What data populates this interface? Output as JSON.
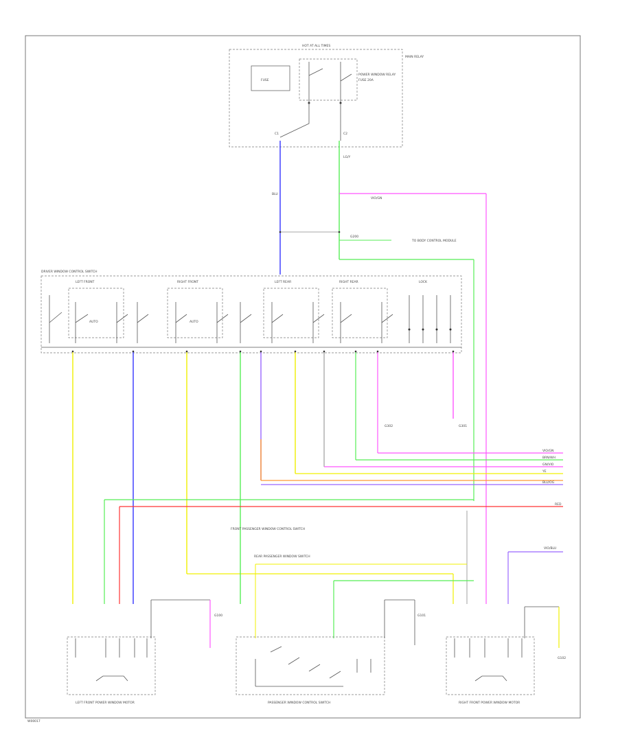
{
  "labels": {
    "top_module_code": "HOT AT ALL TIMES",
    "top_module_right": "MAIN RELAY",
    "top_fuse": "FUSE",
    "top_relay_label": "POWER WINDOW RELAY",
    "top_relay_desc": "FUSE 20A",
    "top_left_conn": "C1",
    "top_right_conn": "C2",
    "left_wire_label": "BLU",
    "right_wire_label": "LG/Y",
    "violet_wire_label": "VIO/GN",
    "ground_label": "G200",
    "feed_label": "TO BODY CONTROL MODULE",
    "master_switch_name": "DRIVER WINDOW CONTROL SWITCH",
    "sw1": "LEFT FRONT",
    "sw2": "RIGHT FRONT",
    "sw3": "LEFT REAR",
    "sw4": "RIGHT REAR",
    "sw5": "LOCK",
    "auto1": "AUTO",
    "auto2": "AUTO",
    "bottom_ground1": "G301",
    "bottom_ground2": "G302",
    "right_wires_1": "VIO/GN",
    "right_wires_2": "BRN/WH",
    "right_wires_3": "GN/VIO",
    "right_wires_4": "YE",
    "right_wires_5": "BLU/OG",
    "right_red": "RED",
    "right_violet": "VIO/BLU",
    "note_a": "FRONT PASSENGER WINDOW CONTROL SWITCH",
    "note_b": "REAR PASSENGER WINDOW SWITCH",
    "bottom_left_module": "LEFT FRONT POWER WINDOW MOTOR",
    "bottom_mid_module": "PASSENGER WINDOW CONTROL SWITCH",
    "bottom_right_module": "RIGHT FRONT POWER WINDOW MOTOR",
    "gnd_a": "G100",
    "gnd_b": "G101",
    "gnd_c": "G102",
    "footer_code": "W00017"
  },
  "colors": {
    "blue": "#3333ff",
    "yellow": "#f0f000",
    "green": "#55ee55",
    "pink": "#ff55ff",
    "red": "#ff3333",
    "orange": "#ff9933",
    "violet": "#9966ff",
    "grey": "#888888"
  }
}
